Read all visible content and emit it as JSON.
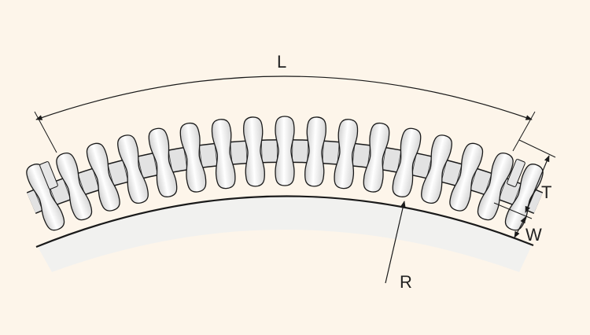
{
  "labels": {
    "length": "L",
    "thickness": "T",
    "width": "W",
    "radius": "R"
  },
  "colors": {
    "background": "#fdf5ea",
    "line": "#1a1a1a",
    "roller_fill": "#efefef",
    "roller_highlight": "#ffffff",
    "frame_shadow": "#ececec"
  },
  "roller_count": 17
}
